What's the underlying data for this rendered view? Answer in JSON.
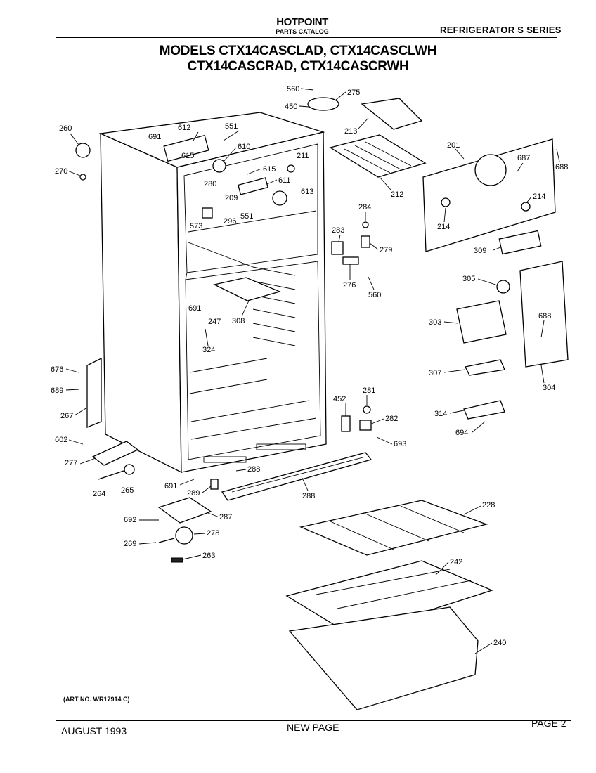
{
  "header": {
    "brand": "HOTPOINT",
    "catalog": "PARTS CATALOG",
    "series": "REFRIGERATOR  S  SERIES",
    "models_line1": "MODELS CTX14CASCLAD, CTX14CASCLWH",
    "models_line2": "CTX14CASCRAD, CTX14CASCRWH"
  },
  "art_number": "(ART NO. WR17914 C)",
  "footer": {
    "date": "AUGUST 1993",
    "status": "NEW PAGE",
    "page": "PAGE 2"
  },
  "callouts": [
    {
      "id": "c560a",
      "text": "560"
    },
    {
      "id": "c275",
      "text": "275"
    },
    {
      "id": "c450",
      "text": "450"
    },
    {
      "id": "c213",
      "text": "213"
    },
    {
      "id": "c260",
      "text": "260"
    },
    {
      "id": "c612",
      "text": "612"
    },
    {
      "id": "c551a",
      "text": "551"
    },
    {
      "id": "c691a",
      "text": "691"
    },
    {
      "id": "c610",
      "text": "610"
    },
    {
      "id": "c615a",
      "text": "615"
    },
    {
      "id": "c211",
      "text": "211"
    },
    {
      "id": "c201",
      "text": "201"
    },
    {
      "id": "c687",
      "text": "687"
    },
    {
      "id": "c688a",
      "text": "688"
    },
    {
      "id": "c270",
      "text": "270"
    },
    {
      "id": "c615b",
      "text": "615"
    },
    {
      "id": "c280",
      "text": "280"
    },
    {
      "id": "c611",
      "text": "611"
    },
    {
      "id": "c209",
      "text": "209"
    },
    {
      "id": "c613",
      "text": "613"
    },
    {
      "id": "c212",
      "text": "212"
    },
    {
      "id": "c214a",
      "text": "214"
    },
    {
      "id": "c214b",
      "text": "214"
    },
    {
      "id": "c573",
      "text": "573"
    },
    {
      "id": "c296",
      "text": "296"
    },
    {
      "id": "c551b",
      "text": "551"
    },
    {
      "id": "c284",
      "text": "284"
    },
    {
      "id": "c283",
      "text": "283"
    },
    {
      "id": "c279",
      "text": "279"
    },
    {
      "id": "c309",
      "text": "309"
    },
    {
      "id": "c276",
      "text": "276"
    },
    {
      "id": "c560b",
      "text": "560"
    },
    {
      "id": "c305",
      "text": "305"
    },
    {
      "id": "c691b",
      "text": "691"
    },
    {
      "id": "c247",
      "text": "247"
    },
    {
      "id": "c308",
      "text": "308"
    },
    {
      "id": "c303",
      "text": "303"
    },
    {
      "id": "c688b",
      "text": "688"
    },
    {
      "id": "c324",
      "text": "324"
    },
    {
      "id": "c676",
      "text": "676"
    },
    {
      "id": "c307",
      "text": "307"
    },
    {
      "id": "c304",
      "text": "304"
    },
    {
      "id": "c689",
      "text": "689"
    },
    {
      "id": "c281",
      "text": "281"
    },
    {
      "id": "c452",
      "text": "452"
    },
    {
      "id": "c267",
      "text": "267"
    },
    {
      "id": "c314",
      "text": "314"
    },
    {
      "id": "c282",
      "text": "282"
    },
    {
      "id": "c694",
      "text": "694"
    },
    {
      "id": "c602",
      "text": "602"
    },
    {
      "id": "c693",
      "text": "693"
    },
    {
      "id": "c277",
      "text": "277"
    },
    {
      "id": "c288a",
      "text": "288"
    },
    {
      "id": "c691c",
      "text": "691"
    },
    {
      "id": "c264",
      "text": "264"
    },
    {
      "id": "c265",
      "text": "265"
    },
    {
      "id": "c289",
      "text": "289"
    },
    {
      "id": "c288b",
      "text": "288"
    },
    {
      "id": "c228",
      "text": "228"
    },
    {
      "id": "c287",
      "text": "287"
    },
    {
      "id": "c692",
      "text": "692"
    },
    {
      "id": "c278",
      "text": "278"
    },
    {
      "id": "c242",
      "text": "242"
    },
    {
      "id": "c269",
      "text": "269"
    },
    {
      "id": "c263",
      "text": "263"
    },
    {
      "id": "c240",
      "text": "240"
    }
  ]
}
